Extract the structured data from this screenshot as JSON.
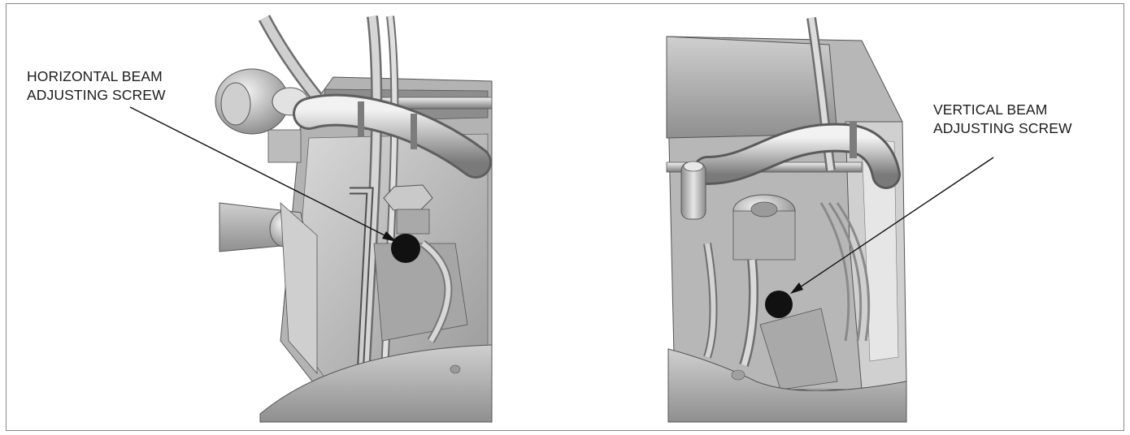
{
  "figure": {
    "left_panel": {
      "callout_line1": "HORIZONTAL BEAM",
      "callout_line2": "ADJUSTING SCREW",
      "target": "horizontal-beam-adjusting-screw"
    },
    "right_panel": {
      "callout_line1": "VERTICAL BEAM",
      "callout_line2": "ADJUSTING SCREW",
      "target": "vertical-beam-adjusting-screw"
    }
  }
}
